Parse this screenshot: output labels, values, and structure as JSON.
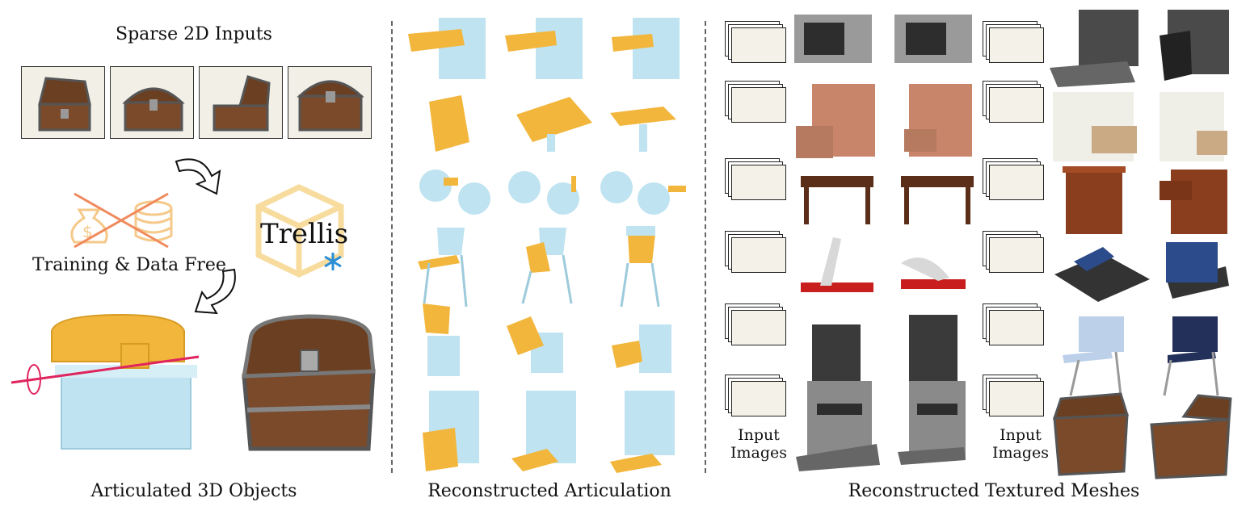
{
  "left": {
    "sparse_title": "Sparse 2D Inputs",
    "training_label": "Training & Data Free",
    "trellis_label": "Trellis",
    "caption": "Articulated 3D Objects"
  },
  "middle": {
    "caption": "Reconstructed Articulation"
  },
  "right": {
    "caption": "Reconstructed Textured Meshes",
    "input_images_label_1": "Input",
    "input_images_label_2": "Images"
  },
  "colors": {
    "yellow": "#f2b63c",
    "light_blue": "#bfe3f0",
    "wood": "#7a4a2a",
    "metal": "#8a8a8a",
    "snowflake": "#2b8fd6",
    "trellis_cube": "#f7dc9e",
    "cross": "#f08a5d"
  }
}
